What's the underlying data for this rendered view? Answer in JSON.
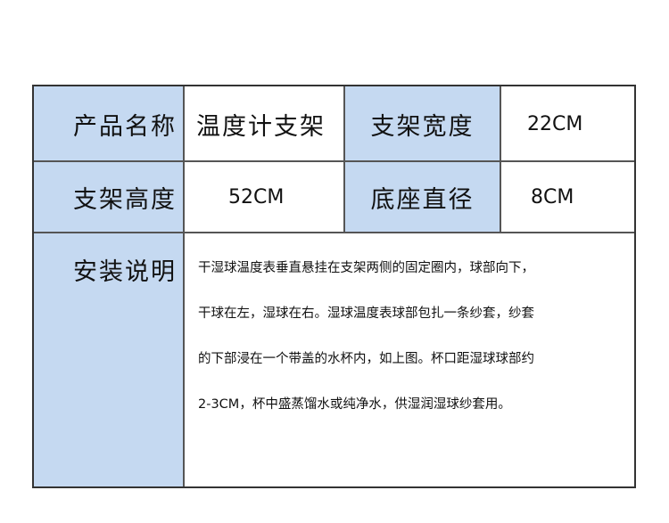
{
  "rows": [
    {
      "label1": "产品名称",
      "value1": "温度计支架",
      "label2": "支架宽度",
      "value2": "22CM"
    },
    {
      "label1": "支架高度",
      "value1": "52CM",
      "label2": "底座直径",
      "value2": "8CM"
    }
  ],
  "description": {
    "label": "安装说明",
    "lines": [
      "干湿球温度表垂直悬挂在支架两侧的固定圈内，球部向下，",
      "干球在左，湿球在右。湿球温度表球部包扎一条纱套，纱套",
      "的下部浸在一个带盖的水杯内，如上图。杯口距湿球球部约",
      "2-3CM，杯中盛蒸馏水或纯净水，供湿润湿球纱套用。"
    ]
  },
  "colors": {
    "label_bg": "#c5d9f1",
    "border": "#333333"
  }
}
